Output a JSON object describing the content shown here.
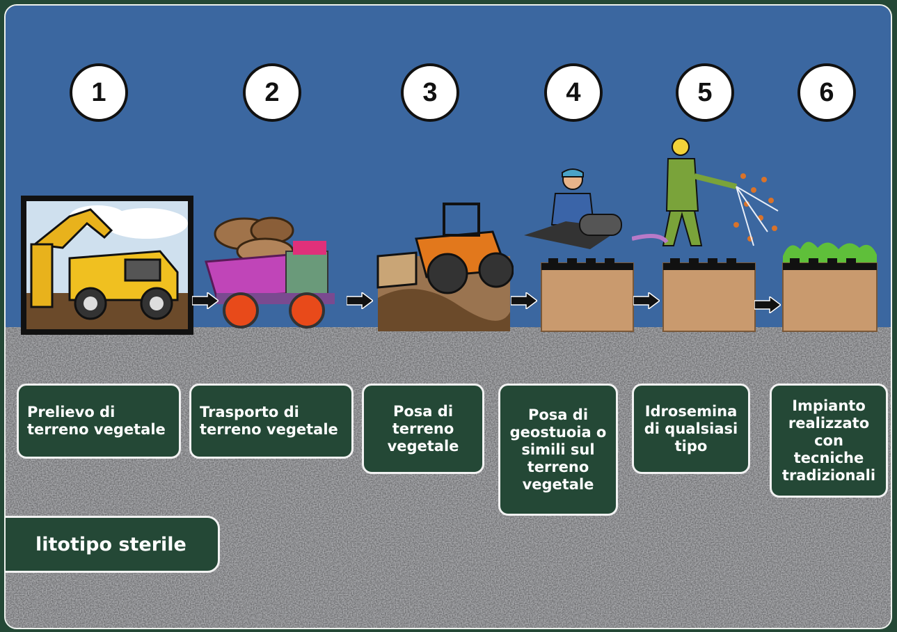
{
  "steps": [
    {
      "number": "1",
      "label": "Prelievo di terreno vegetale",
      "picture": "dump-truck-icon"
    },
    {
      "number": "2",
      "label": "Trasporto di terreno vegetale",
      "picture": "soil-truck-icon"
    },
    {
      "number": "3",
      "label": "Posa di terreno vegetale",
      "picture": "bulldozer-icon"
    },
    {
      "number": "4",
      "label": "Posa di geostuoia o simili sul terreno vegetale",
      "picture": "worker-geomat-icon"
    },
    {
      "number": "5",
      "label": "Idrosemina di qualsiasi tipo",
      "picture": "hydroseeding-worker-icon"
    },
    {
      "number": "6",
      "label": "Impianto realizzato con tecniche tradizionali",
      "picture": "vegetated-soil-icon"
    }
  ],
  "ground_label": "litotipo sterile",
  "colors": {
    "sky": "#3b67a0",
    "label_bg": "#244836",
    "ground": "#a9aaad",
    "soil": "#c99a6e"
  }
}
